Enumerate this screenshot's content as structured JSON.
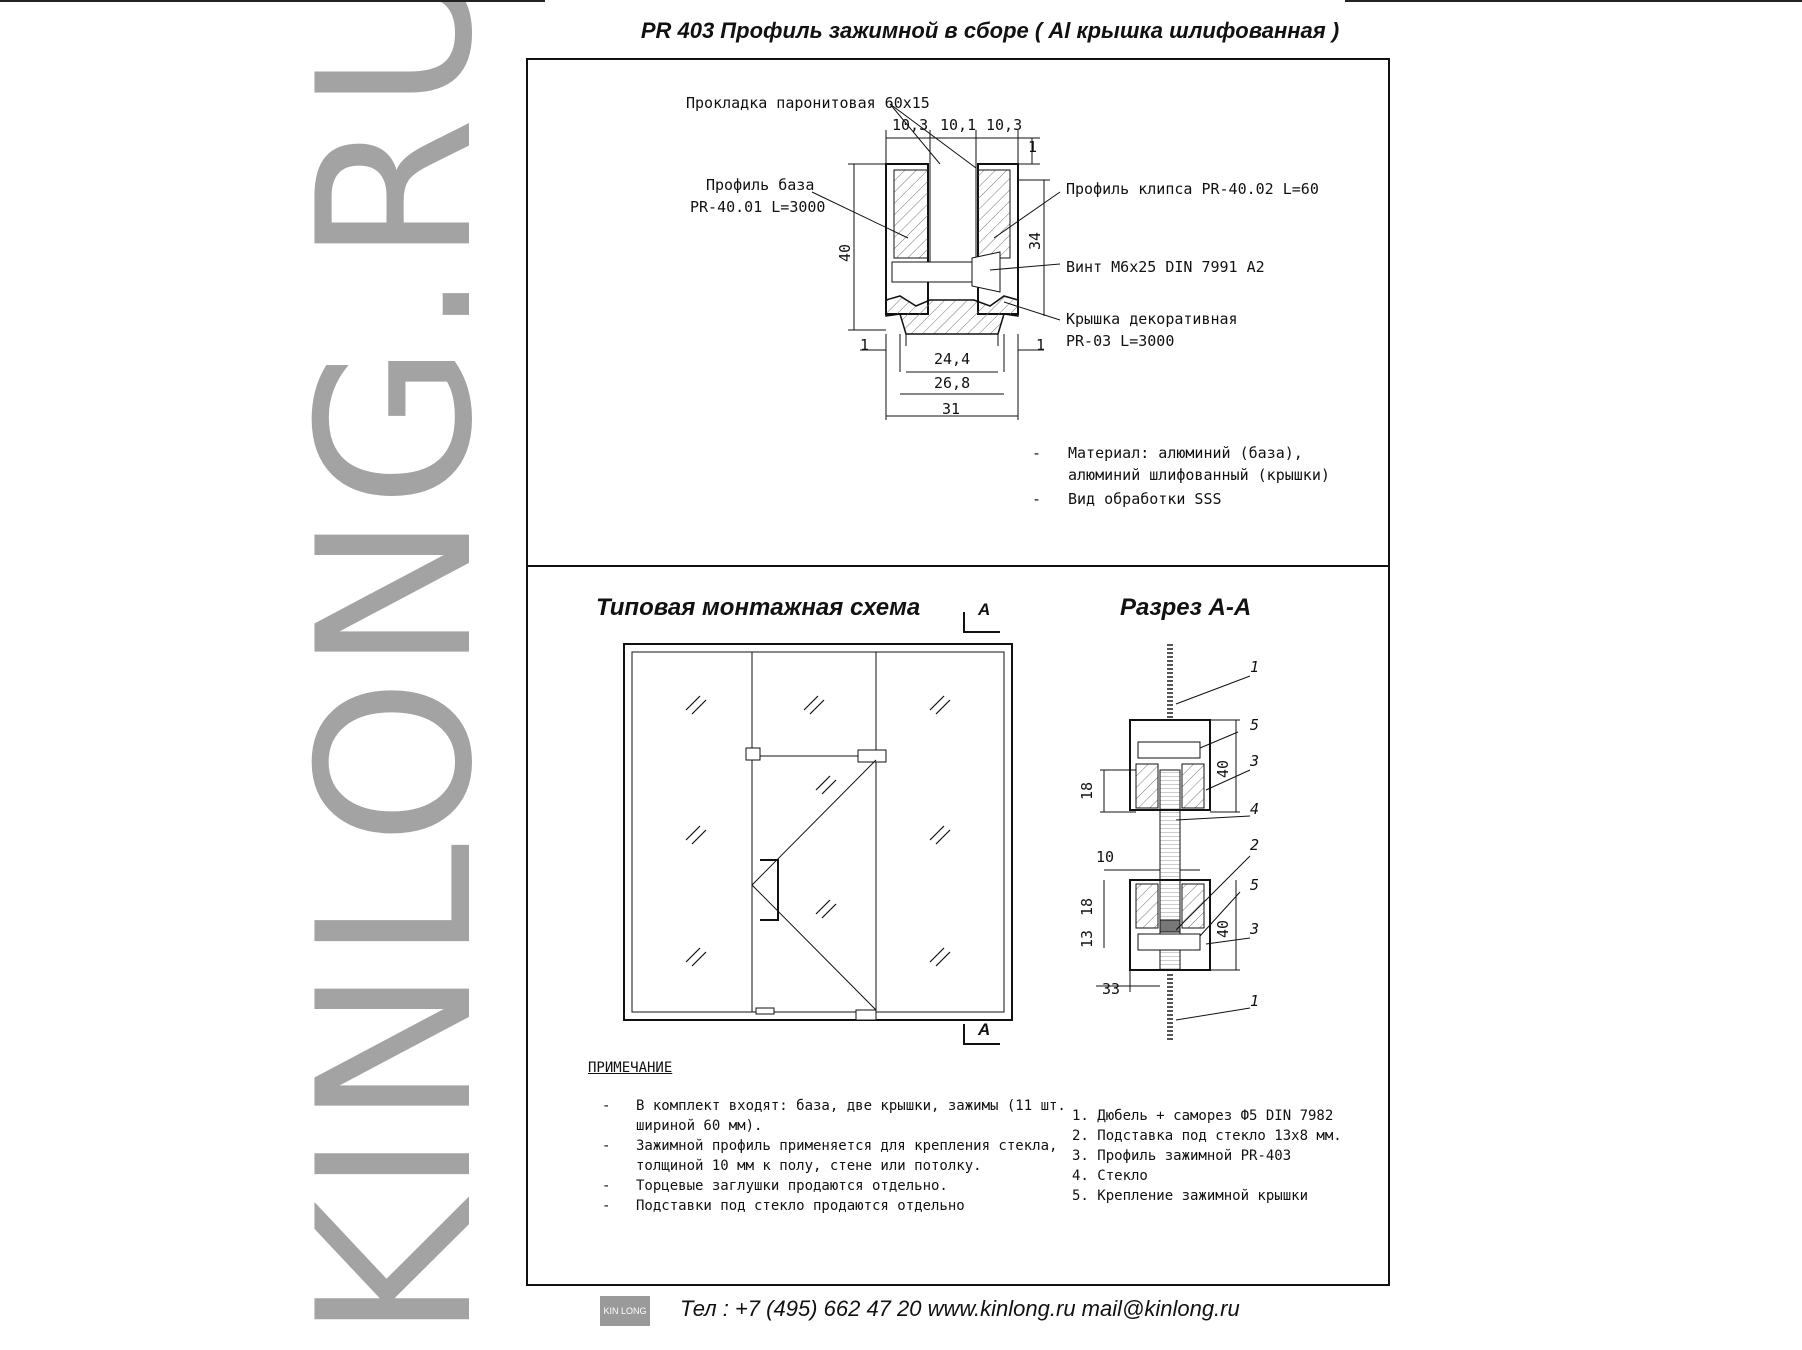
{
  "brand_watermark": "KINLONG.RU",
  "title": "PR 403  Профиль зажимной в сборе ( Al  крышка шлифованная )",
  "profile_section": {
    "labels": {
      "gasket": "Прокладка паронитовая 60х15",
      "base_line1": "Профиль база",
      "base_line2": "PR-40.01 L=3000",
      "clip": "Профиль клипса PR-40.02 L=60",
      "screw": "Винт М6х25 DIN 7991 А2",
      "cover_line1": "Крышка декоративная",
      "cover_line2": "PR-03 L=3000"
    },
    "dimensions": {
      "d_10_3_left": "10,3",
      "d_10_1": "10,1",
      "d_10_3_right": "10,3",
      "d_1_top": "1",
      "d_40": "40",
      "d_34": "34",
      "d_1_left": "1",
      "d_1_right": "1",
      "d_24_4": "24,4",
      "d_26_8": "26,8",
      "d_31": "31"
    },
    "material_notes": [
      "Материал: алюминий (база),",
      "алюминий шлифованный (крышки)",
      "Вид обработки SSS"
    ],
    "note_dash": "-"
  },
  "mounting": {
    "title": "Типовая монтажная схема",
    "section_mark": "A"
  },
  "section_aa": {
    "title": "Разрез А-А",
    "callouts": [
      "1",
      "5",
      "3",
      "4",
      "2",
      "5",
      "3",
      "1"
    ],
    "dimensions": {
      "d_18_top": "18",
      "d_40_top": "40",
      "d_10": "10",
      "d_18_bottom": "18",
      "d_13": "13",
      "d_40_bottom": "40",
      "d_33": "33"
    }
  },
  "note": {
    "heading": "ПРИМЕЧАНИЕ",
    "items": [
      "В комплект входят: база, две крышки, зажимы (11 шт.",
      "шириной 60 мм).",
      "Зажимной профиль применяется для крепления стекла,",
      "толщиной 10 мм к полу, стене или потолку.",
      "Торцевые заглушки продаются отдельно.",
      "Подставки под стекло продаются отдельно"
    ]
  },
  "legend": {
    "items": [
      "1.   Дюбель + саморез Ф5 DIN 7982",
      "2.   Подставка под стекло 13х8 мм.",
      "3.   Профиль зажимной PR-403",
      "4.   Стекло",
      "5.   Крепление зажимной крышки"
    ]
  },
  "footer": {
    "logo_text": "KIN LONG",
    "contacts": "Тел : +7 (495) 662 47 20   www.kinlong.ru   mail@kinlong.ru"
  }
}
